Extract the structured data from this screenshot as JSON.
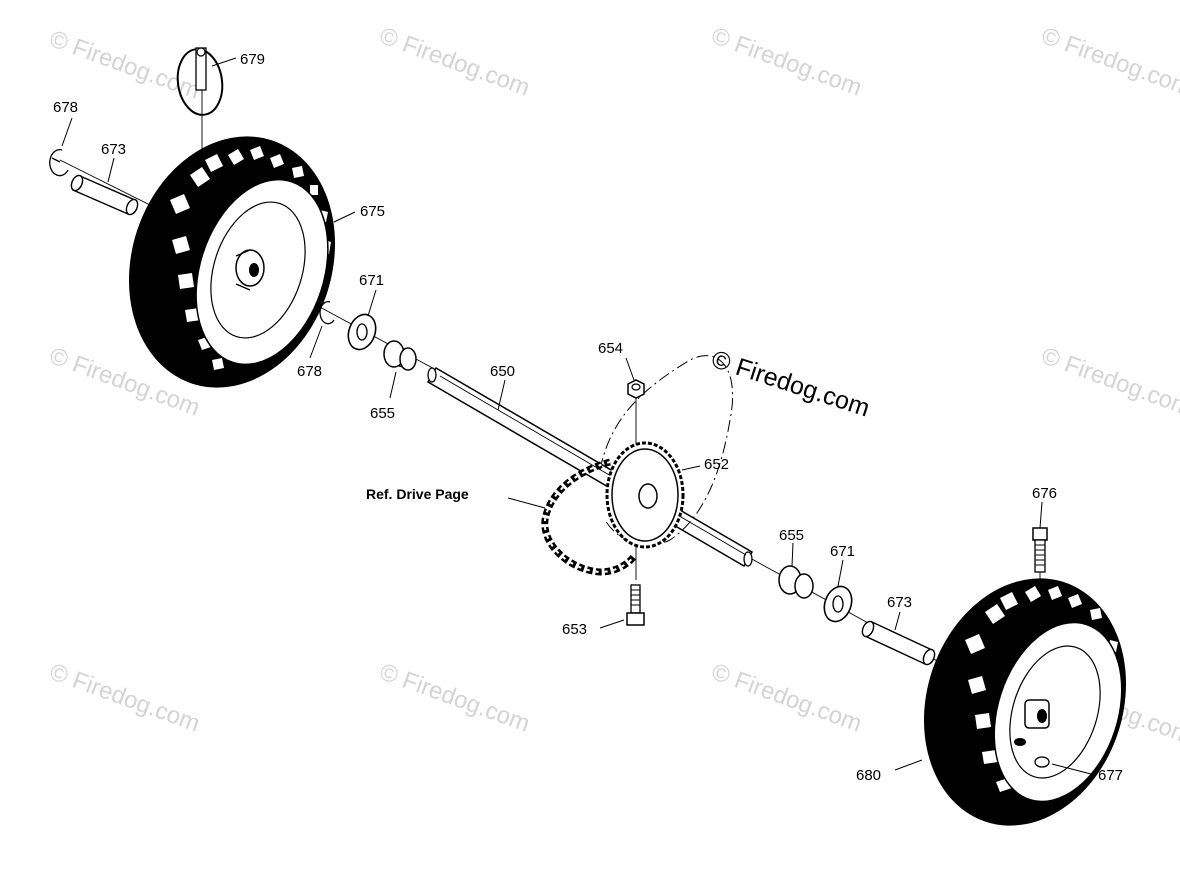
{
  "watermark": "© Firedog.com",
  "center_watermark": "© Firedog.com",
  "ref_note": "Ref. Drive Page",
  "parts": {
    "p650": "650",
    "p652": "652",
    "p653": "653",
    "p654": "654",
    "p655a": "655",
    "p655b": "655",
    "p671a": "671",
    "p671b": "671",
    "p673a": "673",
    "p673b": "673",
    "p675": "675",
    "p676": "676",
    "p677": "677",
    "p678a": "678",
    "p678b": "678",
    "p679": "679",
    "p680": "680"
  }
}
